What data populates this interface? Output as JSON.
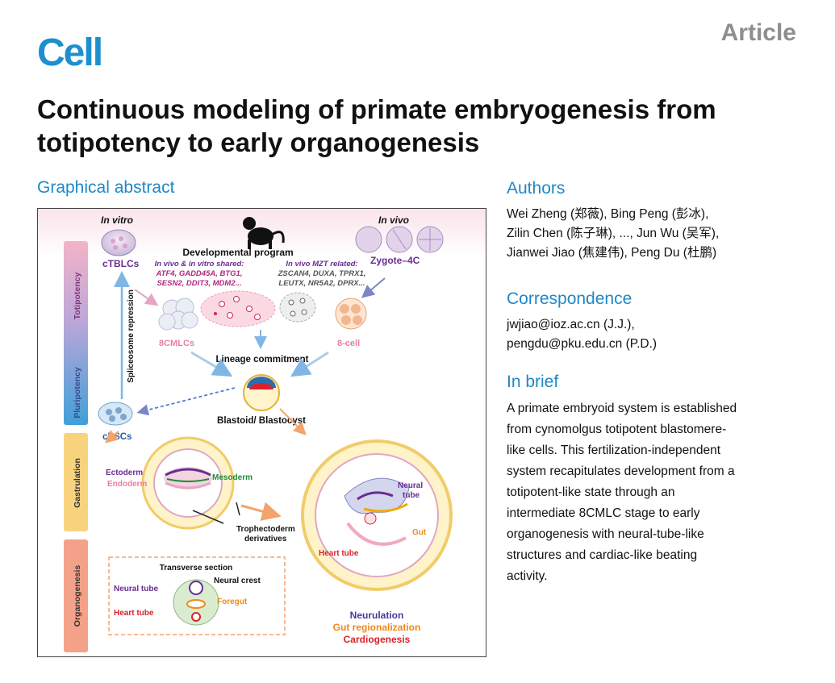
{
  "header": {
    "journal": "Cell",
    "article_type": "Article"
  },
  "title": "Continuous modeling of primate embryogenesis from totipotency to early organogenesis",
  "graphical_abstract": {
    "heading": "Graphical abstract",
    "in_vitro": "In vitro",
    "in_vivo": "In vivo",
    "ctblcs": "cTBLCs",
    "zygote": "Zygote–4C",
    "dev_program": "Developmental program",
    "shared_title": "In vivo & in vitro shared:",
    "shared_genes_1": "ATF4, GADD45A, BTG1,",
    "shared_genes_2": "SESN2, DDIT3, MDM2...",
    "mzt_title": "In vivo MZT related:",
    "mzt_genes_1": "ZSCAN4, DUXA, TPRX1,",
    "mzt_genes_2": "LEUTX, NR5A2, DPRX...",
    "cmlcs": "8CMLCs",
    "eight_cell": "8-cell",
    "lineage": "Lineage commitment",
    "spliceosome": "Spliceosome repression",
    "blastoid": "Blastoid/ Blastocyst",
    "cpscs": "cPSCs",
    "ectoderm": "Ectoderm",
    "endoderm": "Endoderm",
    "mesoderm": "Mesoderm",
    "troph_1": "Trophectoderm",
    "troph_2": "derivatives",
    "neural_1": "Neural",
    "neural_2": "tube",
    "gut": "Gut",
    "heart_tube": "Heart tube",
    "transverse": "Transverse section",
    "neural_crest": "Neural crest",
    "neural_tube_label": "Neural tube",
    "foregut": "Foregut",
    "heart_tube_label": "Heart tube",
    "neurulation": "Neurulation",
    "gut_reg": "Gut regionalization",
    "cardio": "Cardiogenesis",
    "stages": {
      "totipotency": "Totipotency",
      "pluripotency": "Pluripotency",
      "gastrulation": "Gastrulation",
      "organogenesis": "Organogenesis"
    }
  },
  "authors": {
    "heading": "Authors",
    "lines": [
      "Wei Zheng (郑薇), Bing Peng (彭冰),",
      "Zilin Chen (陈子琳), ..., Jun Wu (吴军),",
      "Jianwei Jiao (焦建伟), Peng Du (杜鹏)"
    ]
  },
  "correspondence": {
    "heading": "Correspondence",
    "lines": [
      "jwjiao@ioz.ac.cn (J.J.),",
      "pengdu@pku.edu.cn (P.D.)"
    ]
  },
  "in_brief": {
    "heading": "In brief",
    "lines": [
      "A primate embryoid system is established",
      "from cynomolgus totipotent blastomere-",
      "like cells. This fertilization-independent",
      "system recapitulates development from a",
      "totipotent-like state through an",
      "intermediate 8CMLC stage to early",
      "organogenesis with neural-tube-like",
      "structures and cardiac-like beating",
      "activity."
    ]
  },
  "colors": {
    "journal_blue": "#1d8fd0",
    "heading_blue": "#1f88c6",
    "purple": "#6a2c91",
    "magenta": "#b0287c",
    "orange": "#ef8a17",
    "red": "#d8232a",
    "green": "#1e8a3a"
  }
}
